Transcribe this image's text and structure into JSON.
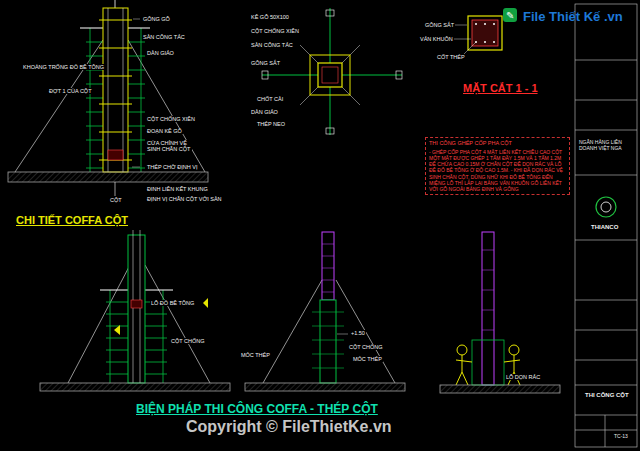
{
  "diagram": {
    "nodes": [
      {
        "text": [
          "THI CÔNG GHÉP CỐP PHA CỘT",
          "- GHÉP CỐP PHA CỘT 4 MẶT LIÊN KẾT CHIỀU CAO CỘT MỘT MẶT ĐƯỢC GHÉP 1 TẤM ĐẦY 1.5M VÀ 1 TẤM 1.2M ĐỂ CHỪA CAO 0.15M Ở CHÂN CỘT ĐỂ DỌN RÁC VÀ LỖ ĐỂ ĐỔ BÊ TÔNG Ở ĐỘ CAO 1.5M. - KHI ĐÃ DỌN RÁC VỆ SINH CHÂN CỘT, DÙNG NHỮ KHI ĐỔ BÊ TÔNG ĐẾN MIỆNG LỖ THÌ LẮP LẠI BẰNG VÁN KHUÔN GỖ LIÊN KẾT VỚI GỖ NGOÀI BẰNG ĐINH VÀ GÔNG"
        ]
      }
    ],
    "labels": [
      "File Thiết Kế .vn",
      "GÔNG GỖ",
      "SÀN CÔNG TÁC",
      "DÀN GIÁO",
      "KHOẢNG TRỐNG ĐỔ BÊ TÔNG",
      "ĐỢT 1 CỦA CỘT",
      "CỘT CHỐNG XIÊN",
      "ĐOẠN KÊ GỖ",
      "CỬA CHÍNH VỆ SINH CHÂN CỘT",
      "THÉP CHỜ ĐỊNH VỊ",
      "CỘT",
      "ĐINH LIÊN KẾT KHUNG",
      "ĐỊNH VỊ CHÂN CỘT VỚI SÀN",
      "CHI TIẾT COFFA CỘT",
      "KÊ GỖ 50X100",
      "CỘT CHỐNG XIÊN",
      "SÀN CÔNG TÁC",
      "GÔNG SẮT",
      "CHỐT CÀI",
      "DÀN GIÁO",
      "THÉP NEO",
      "GÔNG SẮT",
      "VÁN KHUÔN",
      "CỐT THÉP",
      "MẶT CẮT 1 - 1",
      "LỖ ĐỔ BÊ TÔNG",
      "CỘT CHỐNG",
      "+1.50",
      "CỘT CHỐNG",
      "MÓC THÉP",
      "MÓC THÉP",
      "LỖ DỌN RÁC",
      "BIỆN PHÁP THI CÔNG COFFA - THÉP CỘT",
      "Copyright © FileThietKe.vn",
      "NGÂN HÀNG LIÊN DOANH VIỆT NGA",
      "THIANCO",
      "THI CÔNG CỘT",
      "TC-13"
    ]
  }
}
